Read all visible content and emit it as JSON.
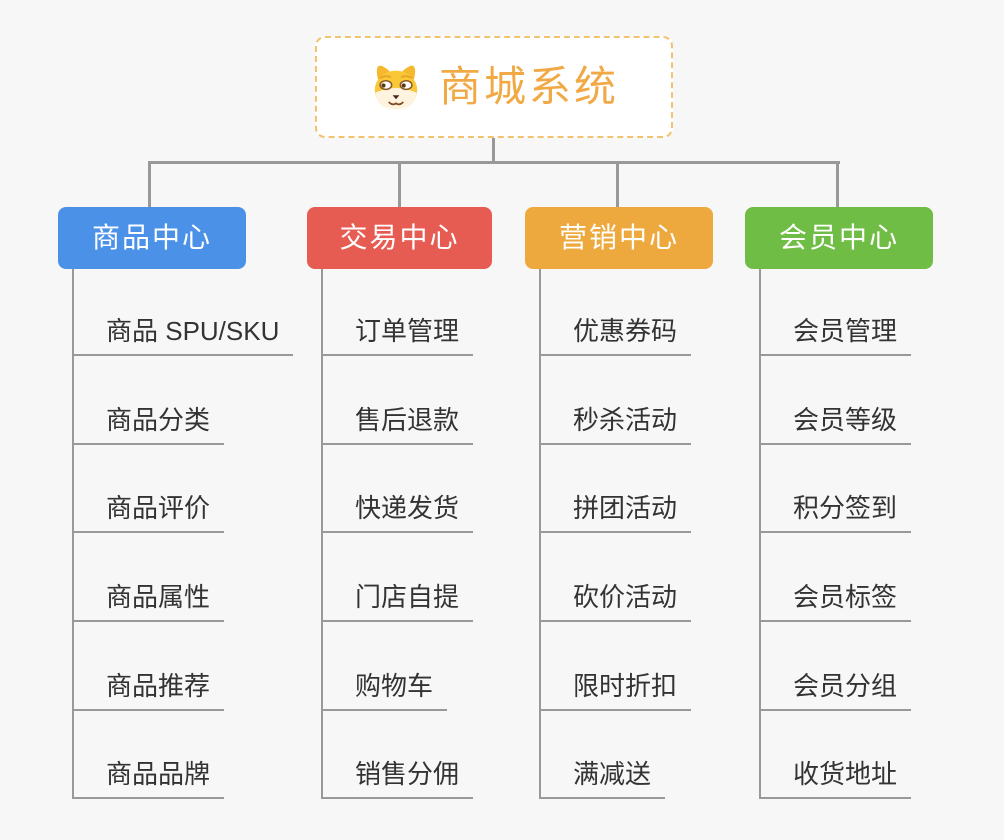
{
  "root": {
    "title": "商城系统",
    "icon": "shiba-dog-icon"
  },
  "colors": {
    "background": "#f7f7f7",
    "root_border": "#f3c26f",
    "root_title": "#f0a944",
    "connector": "#999999",
    "underline": "#999999",
    "branch_text": "#ffffff",
    "leaf_text": "#333333"
  },
  "branches": [
    {
      "label": "商品中心",
      "color": "#4b91e8",
      "items": [
        "商品 SPU/SKU",
        "商品分类",
        "商品评价",
        "商品属性",
        "商品推荐",
        "商品品牌"
      ]
    },
    {
      "label": "交易中心",
      "color": "#e65b52",
      "items": [
        "订单管理",
        "售后退款",
        "快递发货",
        "门店自提",
        "购物车",
        "销售分佣"
      ]
    },
    {
      "label": "营销中心",
      "color": "#eea93e",
      "items": [
        "优惠券码",
        "秒杀活动",
        "拼团活动",
        "砍价活动",
        "限时折扣",
        "满减送"
      ]
    },
    {
      "label": "会员中心",
      "color": "#70bd46",
      "items": [
        "会员管理",
        "会员等级",
        "积分签到",
        "会员标签",
        "会员分组",
        "收货地址"
      ]
    }
  ]
}
